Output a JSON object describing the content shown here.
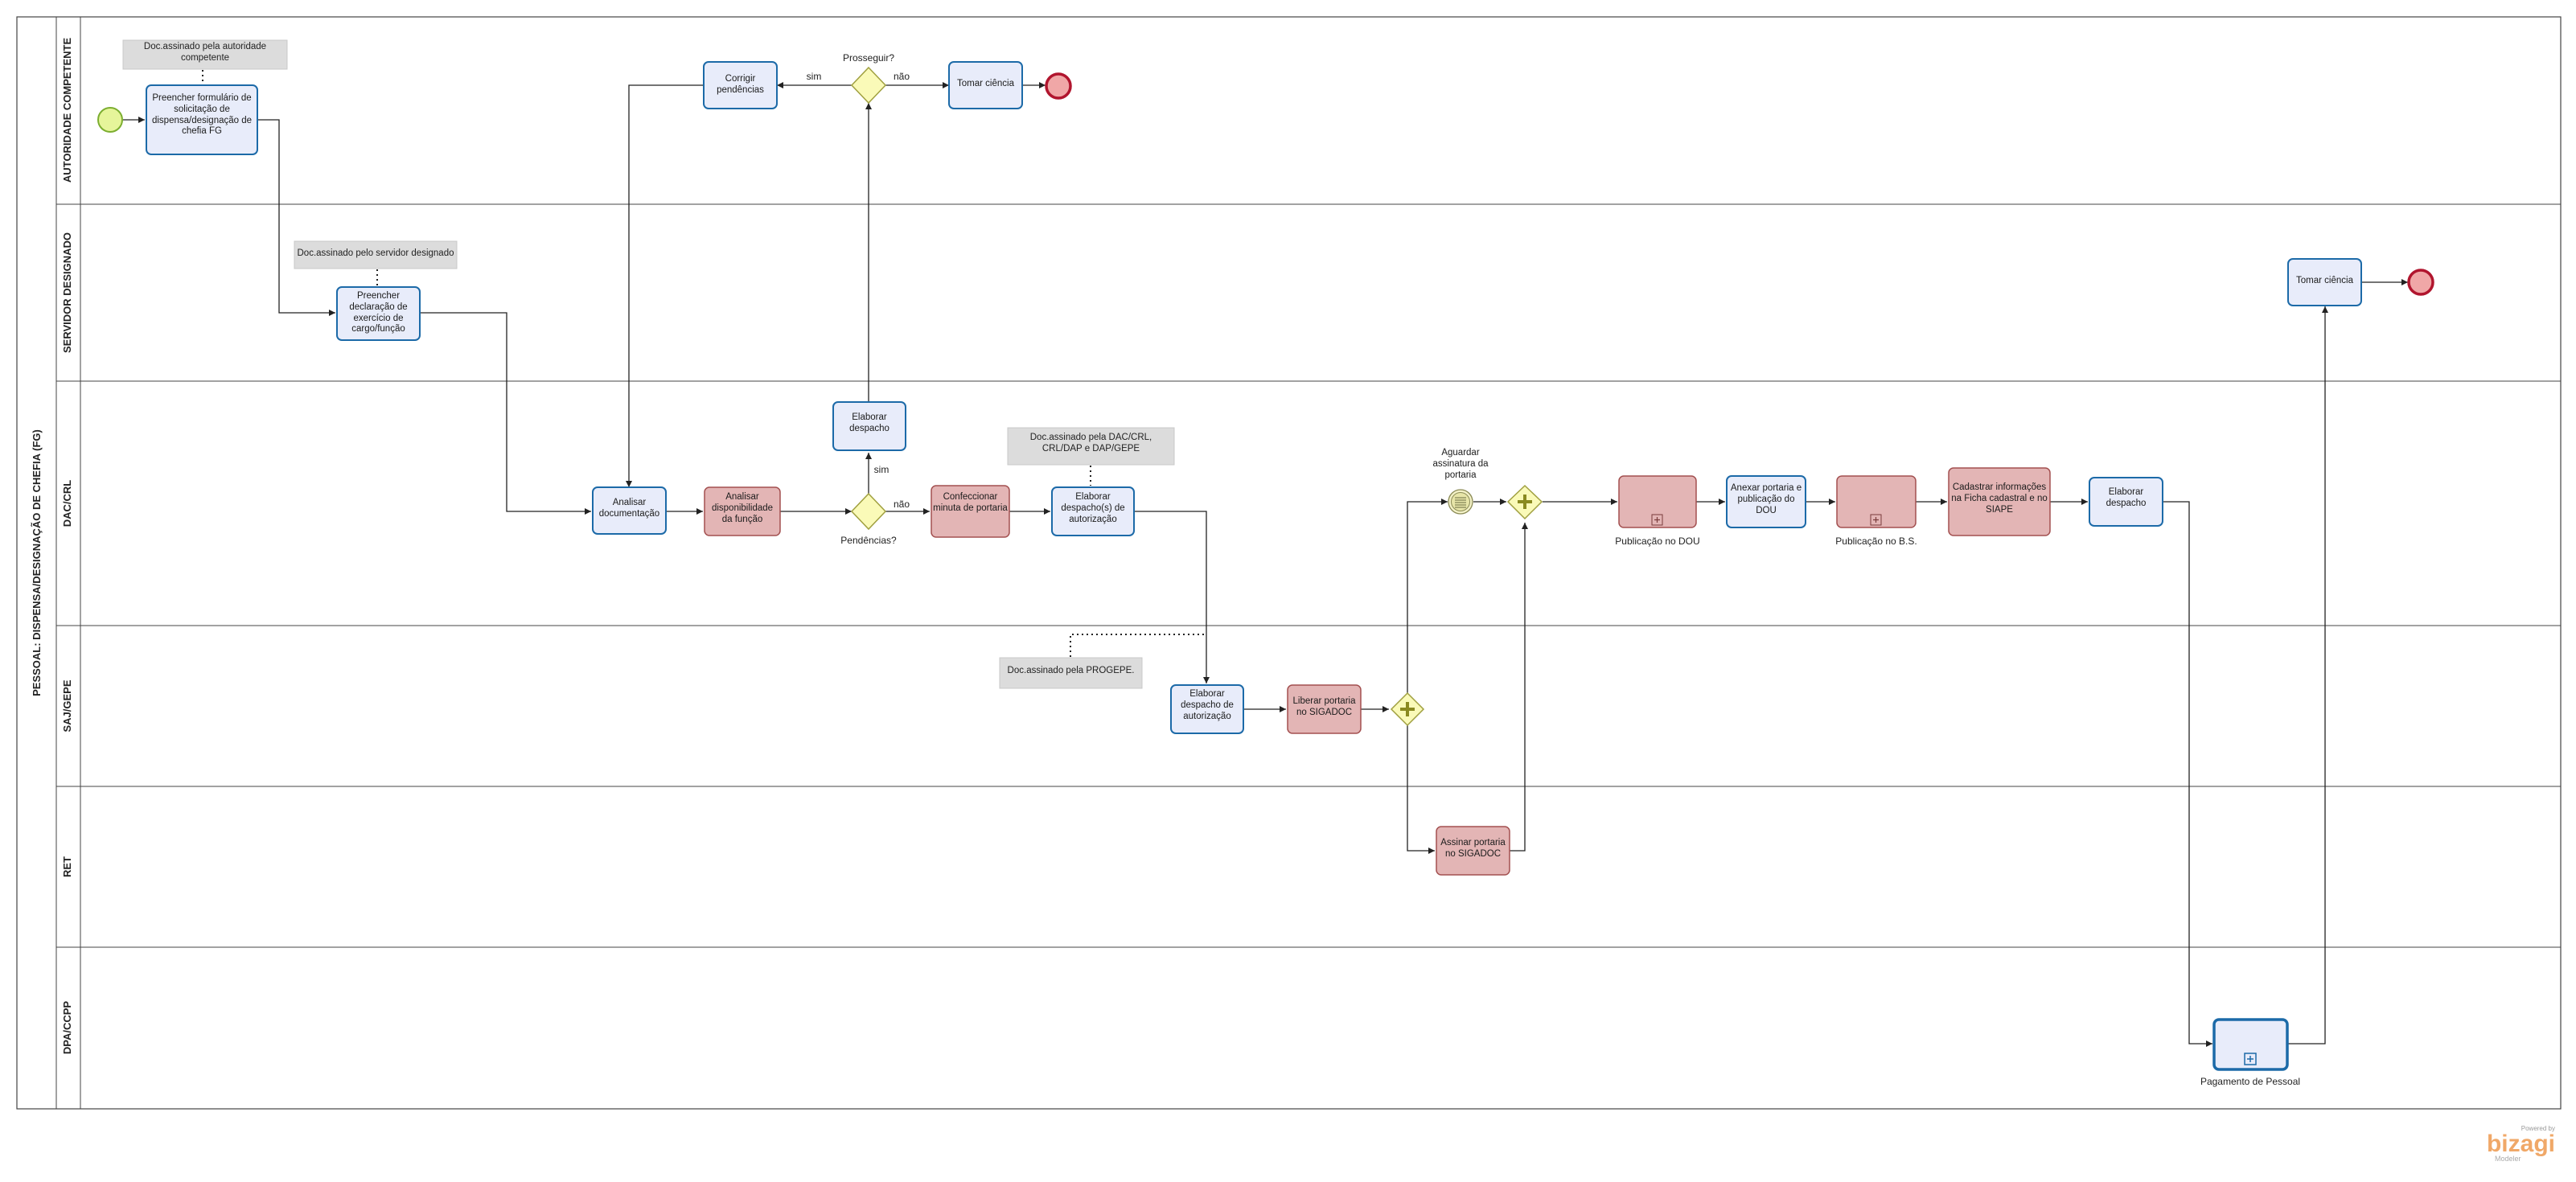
{
  "pool": {
    "title": "PESSOAL: DISPENSA/DESIGNAÇÃO DE CHEFIA (FG)"
  },
  "lanes": [
    "AUTORIDADE COMPETENTE",
    "SERVIDOR DESIGNADO",
    "DAC/CRL",
    "SAJ/GEPE",
    "RET",
    "DPA/CCPP"
  ],
  "tasks": {
    "preencher_formulario": "Preencher  formulário de solicitação de dispensa/designação de chefia FG",
    "corrigir_pendencias": "Corrigir pendências",
    "tomar_ciencia_ac": "Tomar ciência",
    "preencher_declaracao": "Preencher declaração de exercício de cargo/função",
    "analisar_documentacao": "Analisar documentação",
    "analisar_disponibilidade": "Analisar disponibilidade da função",
    "elaborar_despacho_dac": "Elaborar despacho",
    "confeccionar_minuta": "Confeccionar minuta de portaria",
    "elaborar_despachos_autorizacao": "Elaborar despacho(s) de autorização",
    "anexar_portaria": "Anexar portaria e publicação do DOU",
    "cadastrar_info": "Cadastrar informações na Ficha cadastral e no SIAPE",
    "elaborar_despacho_final": "Elaborar despacho",
    "tomar_ciencia_sd": "Tomar ciência",
    "elaborar_despacho_autorizacao": "Elaborar despacho de autorização",
    "liberar_portaria": "Liberar portaria no SIGADOC",
    "assinar_portaria": "Assinar portaria no SIGADOC"
  },
  "subprocesses": {
    "publicacao_dou": "Publicação no DOU",
    "publicacao_bs": "Publicação no B.S.",
    "pagamento_pessoal": "Pagamento de Pessoal"
  },
  "gateways": {
    "prosseguir": "Prosseguir?",
    "pendencias": "Pendências?"
  },
  "flow_labels": {
    "sim": "sim",
    "nao": "não"
  },
  "events": {
    "aguardar_assinatura": "Aguardar assinatura da portaria"
  },
  "annotations": {
    "doc_autoridade": "Doc.assinado pela autoridade competente",
    "doc_servidor": "Doc.assinado pelo servidor designado",
    "doc_dac": "Doc.assinado pela DAC/CRL, CRL/DAP e DAP/GEPE",
    "doc_progepe": "Doc.assinado pela PROGEPE."
  },
  "footer": {
    "powered": "Powered by",
    "brand": "bizagi",
    "product": "Modeler"
  },
  "colors": {
    "task_blue_fill": "#e8ecfa",
    "task_blue_stroke": "#1c6aa8",
    "task_red_fill": "#e3b5b5",
    "task_red_stroke": "#a35050",
    "start_fill": "#e6f59a",
    "end_fill": "#f0a7a7",
    "gateway_fill": "#fafab8",
    "annotation_fill": "#dcdcdc"
  }
}
